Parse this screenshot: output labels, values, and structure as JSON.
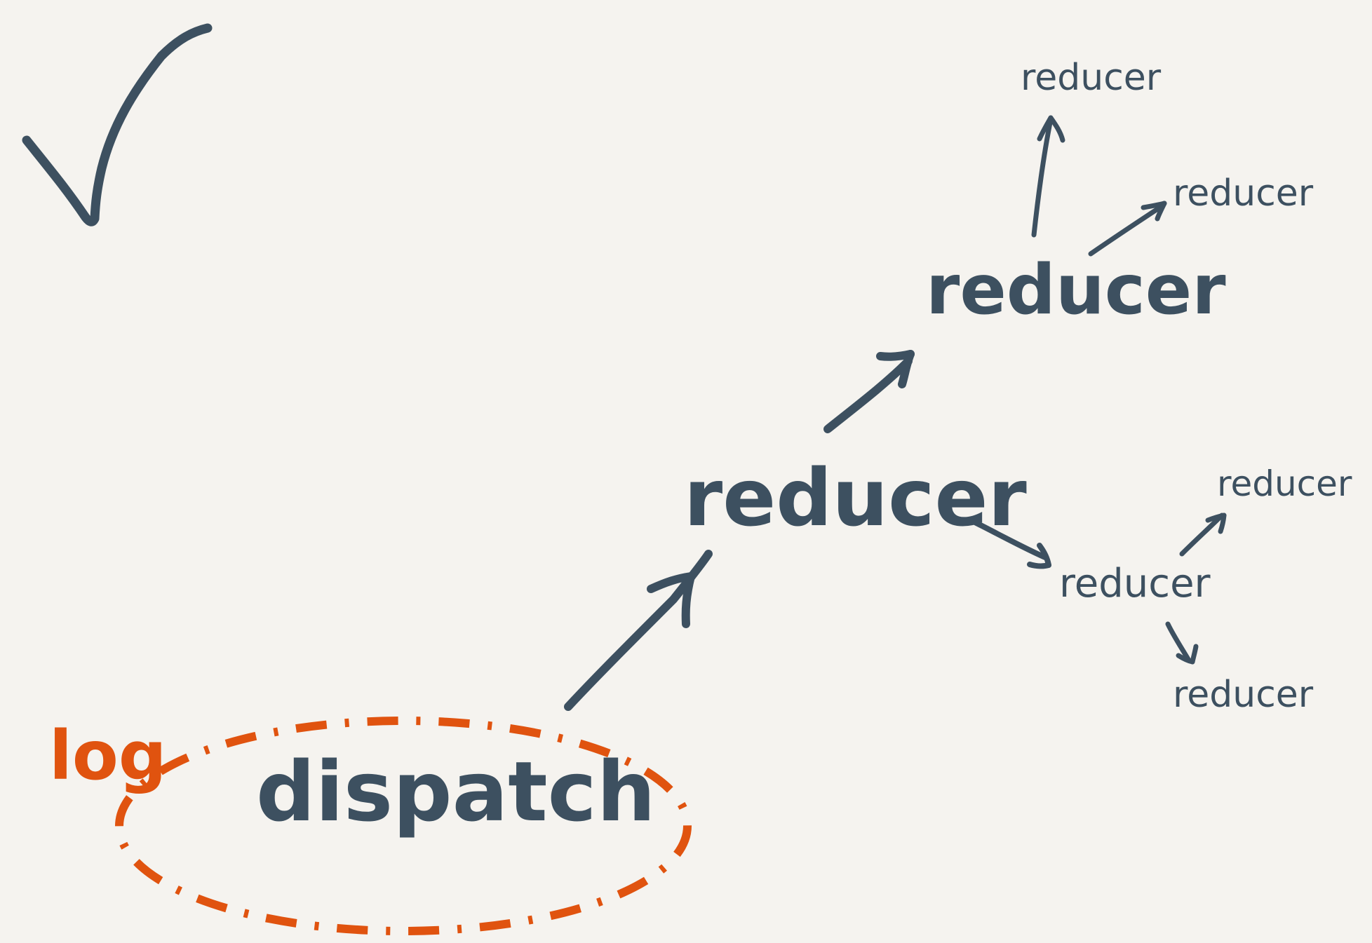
{
  "colors": {
    "background": "#f5f3ef",
    "ink": "#3d5060",
    "accent": "#e0530f"
  },
  "icons": {
    "checkmark": "check-icon"
  },
  "labels": {
    "dispatch": "dispatch",
    "log": "log",
    "reducer_main": "reducer",
    "reducer_upper": "reducer",
    "reducer_top": "reducer",
    "reducer_topright": "reducer",
    "reducer_lowmid": "reducer",
    "reducer_rightlow": "reducer",
    "reducer_bottom": "reducer"
  }
}
